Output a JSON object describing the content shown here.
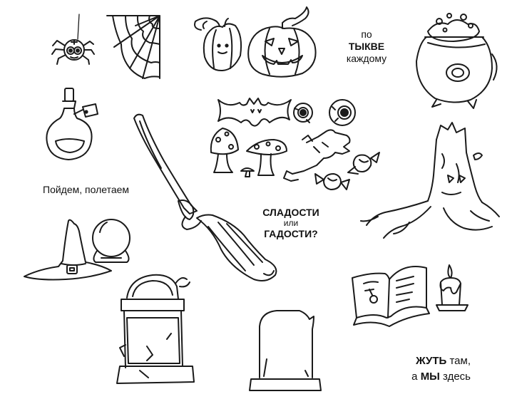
{
  "captions": {
    "pumpkin_phrase": {
      "before": "по",
      "bold": "ТЫКВЕ",
      "after": "каждому"
    },
    "fly_phrase": "Пойдем, полетаем",
    "trick_or_treat": {
      "line1": "СЛАДОСТИ",
      "line2": "или",
      "line3": "ГАДОСТИ?"
    },
    "creepy_phrase": {
      "bold1": "ЖУТЬ",
      "rest1": " там,",
      "lead2": "а ",
      "bold2": "МЫ",
      "rest2": " здесь"
    }
  },
  "icons": [
    "spider-icon",
    "spiderweb-icon",
    "pumpkin-small-icon",
    "jack-o-lantern-icon",
    "cauldron-icon",
    "potion-bottle-icon",
    "bat-icon",
    "eyeball-icon",
    "mushroom-icon",
    "zombie-hand-icon",
    "candy-icon",
    "broom-icon",
    "witch-hat-icon",
    "crystal-ball-icon",
    "dead-tree-icon",
    "spellbook-icon",
    "candle-icon",
    "gate-tombstone-icon",
    "tombstone-icon"
  ]
}
